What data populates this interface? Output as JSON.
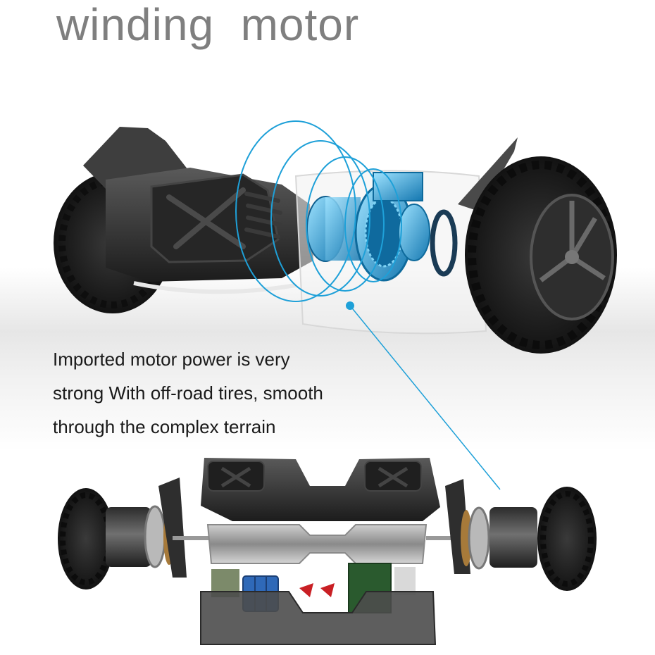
{
  "headline": "winding  motor",
  "caption": {
    "line1": "Imported motor  power is very",
    "line2": "strong With off-road tires, smooth",
    "line3": "through the complex terrain"
  },
  "colors": {
    "headline": "#7f7f7f",
    "accent": "#1ea0d8",
    "tire": "#202020",
    "body": "#2b2b2b"
  }
}
